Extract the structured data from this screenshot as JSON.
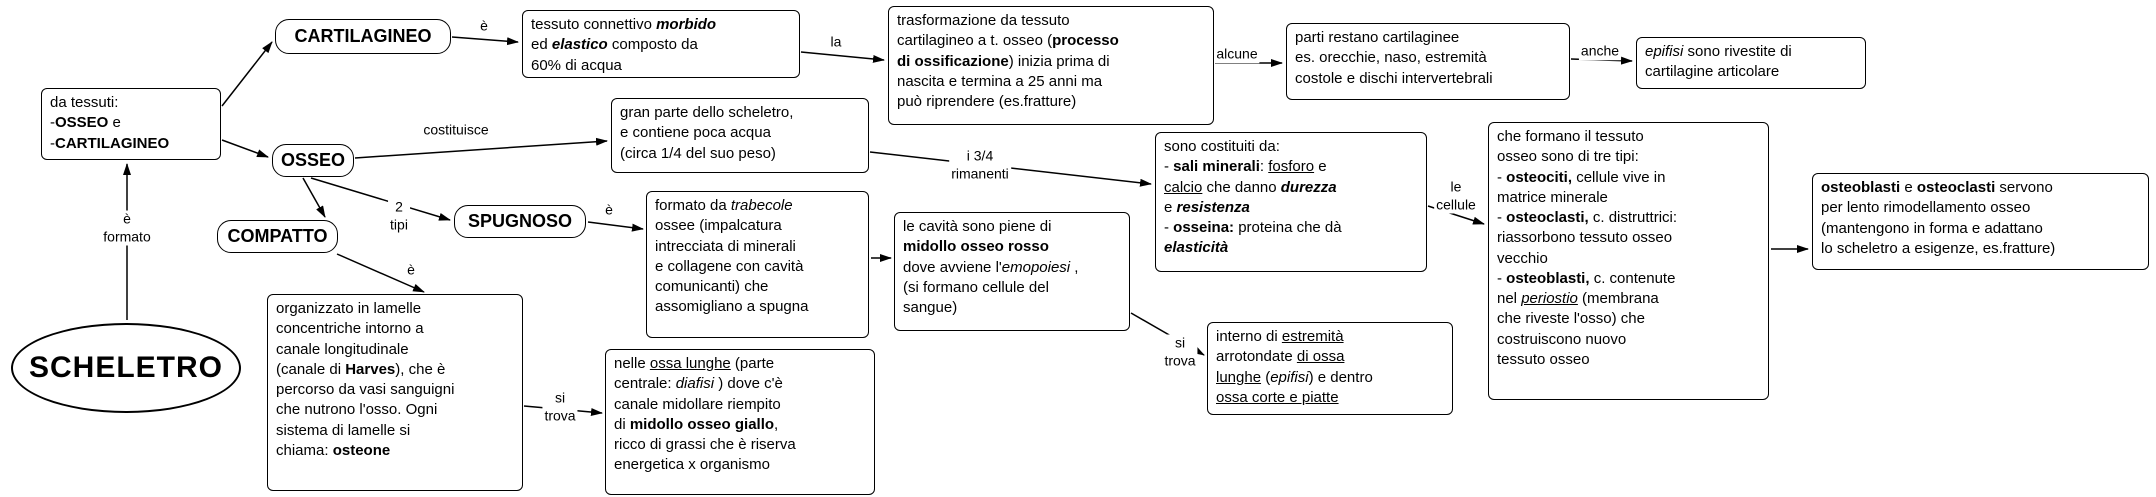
{
  "colors": {
    "ink": "#000000",
    "background": "#ffffff"
  },
  "nodes": {
    "scheletro": {
      "label": "SCHELETRO"
    },
    "cartilagineo": {
      "label": "CARTILAGINEO"
    },
    "osseo": {
      "label": "OSSEO"
    },
    "compatto": {
      "label": "COMPATTO"
    },
    "spugnoso": {
      "label": "SPUGNOSO"
    },
    "da_tessuti": {
      "segments": [
        {
          "t": "da tessuti:"
        },
        {
          "br": true
        },
        {
          "t": "-"
        },
        {
          "t": "OSSEO",
          "b": true
        },
        {
          "t": " e"
        },
        {
          "br": true
        },
        {
          "t": "-"
        },
        {
          "t": "CARTILAGINEO",
          "b": true
        }
      ]
    },
    "tessuto_connettivo": {
      "segments": [
        {
          "t": "tessuto connettivo "
        },
        {
          "t": "morbido",
          "b": true,
          "i": true
        },
        {
          "br": true
        },
        {
          "t": "ed "
        },
        {
          "t": "elastico",
          "b": true,
          "i": true
        },
        {
          "t": "  composto da"
        },
        {
          "br": true
        },
        {
          "t": "60% di acqua"
        }
      ]
    },
    "trasformazione": {
      "segments": [
        {
          "t": "trasformazione da tessuto"
        },
        {
          "br": true
        },
        {
          "t": "cartilagineo a t. osseo ("
        },
        {
          "t": "processo",
          "b": true
        },
        {
          "br": true
        },
        {
          "t": "di ossificazione",
          "b": true
        },
        {
          "t": ") inizia prima di"
        },
        {
          "br": true
        },
        {
          "t": "nascita e termina a 25 anni ma"
        },
        {
          "br": true
        },
        {
          "t": "può riprendere (es.fratture)"
        }
      ]
    },
    "parti_restano": {
      "segments": [
        {
          "t": "parti restano cartilaginee"
        },
        {
          "br": true
        },
        {
          "t": "es. orecchie, naso, estremità"
        },
        {
          "br": true
        },
        {
          "t": "costole e dischi intervertebrali"
        }
      ]
    },
    "epifisi_rivestite": {
      "segments": [
        {
          "t": "epifisi",
          "i": true
        },
        {
          "t": "  sono rivestite di"
        },
        {
          "br": true
        },
        {
          "t": "cartilagine articolare"
        }
      ]
    },
    "gran_parte": {
      "segments": [
        {
          "t": "gran parte dello scheletro,"
        },
        {
          "br": true
        },
        {
          "t": "e contiene poca acqua"
        },
        {
          "br": true
        },
        {
          "t": "(circa 1/4 del suo peso)"
        }
      ]
    },
    "sono_costituiti": {
      "segments": [
        {
          "t": "sono costituiti da:"
        },
        {
          "br": true
        },
        {
          "t": "- "
        },
        {
          "t": "sali minerali",
          "b": true
        },
        {
          "t": ": "
        },
        {
          "t": "fosforo",
          "u": true
        },
        {
          "t": " e"
        },
        {
          "br": true
        },
        {
          "t": "calcio",
          "u": true
        },
        {
          "t": " che danno "
        },
        {
          "t": "durezza",
          "b": true,
          "i": true
        },
        {
          "br": true
        },
        {
          "t": "e "
        },
        {
          "t": "resistenza",
          "b": true,
          "i": true
        },
        {
          "br": true
        },
        {
          "t": "- "
        },
        {
          "t": "osseina:",
          "b": true
        },
        {
          "t": " proteina che dà"
        },
        {
          "br": true
        },
        {
          "t": "elasticità",
          "b": true,
          "i": true
        }
      ]
    },
    "che_formano": {
      "segments": [
        {
          "t": "che formano il tessuto"
        },
        {
          "br": true
        },
        {
          "t": "osseo sono di tre tipi:"
        },
        {
          "br": true
        },
        {
          "t": "- "
        },
        {
          "t": "osteociti,",
          "b": true
        },
        {
          "t": " cellule vive in"
        },
        {
          "br": true
        },
        {
          "t": "matrice minerale"
        },
        {
          "br": true
        },
        {
          "t": "- "
        },
        {
          "t": "osteoclasti,",
          "b": true
        },
        {
          "t": " c. distruttrici:"
        },
        {
          "br": true
        },
        {
          "t": "riassorbono tessuto osseo"
        },
        {
          "br": true
        },
        {
          "t": "vecchio"
        },
        {
          "br": true
        },
        {
          "t": "- "
        },
        {
          "t": "osteoblasti,",
          "b": true
        },
        {
          "t": " c. contenute"
        },
        {
          "br": true
        },
        {
          "t": "nel "
        },
        {
          "t": "periostio",
          "i": true,
          "u": true
        },
        {
          "t": "  (membrana"
        },
        {
          "br": true
        },
        {
          "t": "che riveste l'osso) che"
        },
        {
          "br": true
        },
        {
          "t": "costruiscono nuovo"
        },
        {
          "br": true
        },
        {
          "t": "tessuto osseo"
        }
      ]
    },
    "osteoblasti_servono": {
      "segments": [
        {
          "t": "osteoblasti",
          "b": true
        },
        {
          "t": " e "
        },
        {
          "t": "osteoclasti",
          "b": true
        },
        {
          "t": " servono"
        },
        {
          "br": true
        },
        {
          "t": "per lento rimodellamento osseo"
        },
        {
          "br": true
        },
        {
          "t": "(mantengono in forma e adattano"
        },
        {
          "br": true
        },
        {
          "t": "lo scheletro a esigenze, es.fratture)"
        }
      ]
    },
    "formato_trabecole": {
      "segments": [
        {
          "t": "formato da "
        },
        {
          "t": "trabecole",
          "i": true
        },
        {
          "br": true
        },
        {
          "t": "ossee (impalcatura"
        },
        {
          "br": true
        },
        {
          "t": "intrecciata di minerali"
        },
        {
          "br": true
        },
        {
          "t": "e collagene con cavità"
        },
        {
          "br": true
        },
        {
          "t": "comunicanti) che"
        },
        {
          "br": true
        },
        {
          "t": "assomigliano a spugna"
        }
      ]
    },
    "le_cavita": {
      "segments": [
        {
          "t": "le cavità sono piene di"
        },
        {
          "br": true
        },
        {
          "t": "midollo osseo rosso",
          "b": true
        },
        {
          "br": true
        },
        {
          "t": "dove avviene l'"
        },
        {
          "t": "emopoiesi",
          "i": true
        },
        {
          "t": " ,"
        },
        {
          "br": true
        },
        {
          "t": "(si formano cellule del"
        },
        {
          "br": true
        },
        {
          "t": "sangue)"
        }
      ]
    },
    "interno_estremita": {
      "segments": [
        {
          "t": "interno di "
        },
        {
          "t": "estremità ",
          "u": true
        },
        {
          "br": true
        },
        {
          "t": "arrotondate "
        },
        {
          "t": "di ossa ",
          "u": true
        },
        {
          "br": true
        },
        {
          "t": "lunghe",
          "u": true
        },
        {
          "t": " ("
        },
        {
          "t": "epifisi",
          "i": true
        },
        {
          "t": ")  e dentro"
        },
        {
          "br": true
        },
        {
          "t": "ossa corte e piatte",
          "u": true
        }
      ]
    },
    "organizzato": {
      "segments": [
        {
          "t": "organizzato in lamelle"
        },
        {
          "br": true
        },
        {
          "t": "concentriche intorno a"
        },
        {
          "br": true
        },
        {
          "t": "canale longitudinale"
        },
        {
          "br": true
        },
        {
          "t": "(canale di "
        },
        {
          "t": "Harves",
          "b": true
        },
        {
          "t": "), che è"
        },
        {
          "br": true
        },
        {
          "t": "percorso da vasi sanguigni"
        },
        {
          "br": true
        },
        {
          "t": "che nutrono l'osso. Ogni"
        },
        {
          "br": true
        },
        {
          "t": "sistema di lamelle si"
        },
        {
          "br": true
        },
        {
          "t": "chiama: "
        },
        {
          "t": "osteone",
          "b": true
        }
      ]
    },
    "nelle_ossa": {
      "segments": [
        {
          "t": "nelle "
        },
        {
          "t": "ossa lunghe",
          "u": true
        },
        {
          "t": " (parte"
        },
        {
          "br": true
        },
        {
          "t": "centrale: "
        },
        {
          "t": "diafisi",
          "i": true
        },
        {
          "t": " ) dove c'è"
        },
        {
          "br": true
        },
        {
          "t": "canale midollare riempito"
        },
        {
          "br": true
        },
        {
          "t": "di "
        },
        {
          "t": "midollo osseo giallo",
          "b": true
        },
        {
          "t": ","
        },
        {
          "br": true
        },
        {
          "t": "ricco di grassi che è riserva"
        },
        {
          "br": true
        },
        {
          "t": "energetica x organismo"
        }
      ]
    }
  },
  "edge_labels": {
    "e_formato": "è\nformato",
    "e_cartilagineo": "è",
    "la": "la",
    "alcune": "alcune",
    "anche": "anche",
    "costituisce": "costituisce",
    "i_tre_quarti": "i 3/4\nrimanenti",
    "le_cellule": "le\ncellule",
    "due_tipi": "2\ntipi",
    "e_spugnoso": "è",
    "e_compatto": "è",
    "si_trova_rosso": "si\ntrova",
    "si_trova_giallo": "si\ntrova"
  }
}
